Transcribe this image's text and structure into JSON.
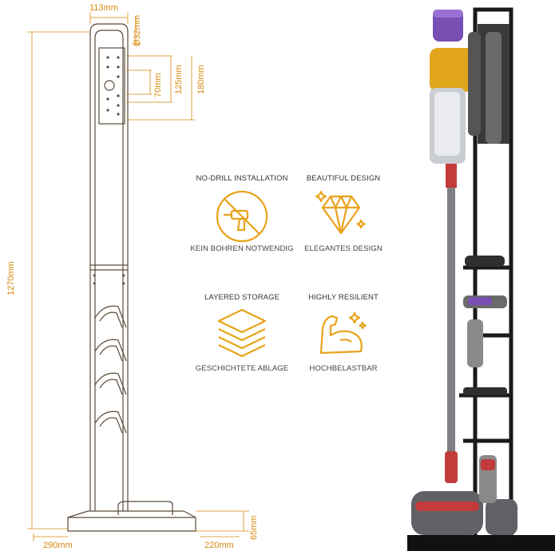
{
  "dimensions": {
    "width_top": "113mm",
    "diameter": "Ø32mm",
    "spacing_70": "70mm",
    "spacing_125": "125mm",
    "spacing_180": "180mm",
    "height_total": "1270mm",
    "base_depth": "290mm",
    "base_width": "220mm",
    "base_height": "65mm"
  },
  "features": [
    {
      "title": "NO-DRILL INSTALLATION",
      "subtitle": "KEIN BOHREN NOTWENDIG",
      "icon": "no-drill-icon"
    },
    {
      "title": "BEAUTIFUL DESIGN",
      "subtitle": "ELEGANTES DESIGN",
      "icon": "diamond-icon"
    },
    {
      "title": "LAYERED STORAGE",
      "subtitle": "GESCHICHTETE ABLAGE",
      "icon": "layers-icon"
    },
    {
      "title": "HIGHLY RESILIENT",
      "subtitle": "HOCHBELASTBAR",
      "icon": "strong-arm-icon"
    }
  ],
  "colors": {
    "accent": "#e8a21a",
    "dimension": "#d8890f",
    "frame": "#5a4a3a",
    "stand": "#1a1a1a"
  }
}
